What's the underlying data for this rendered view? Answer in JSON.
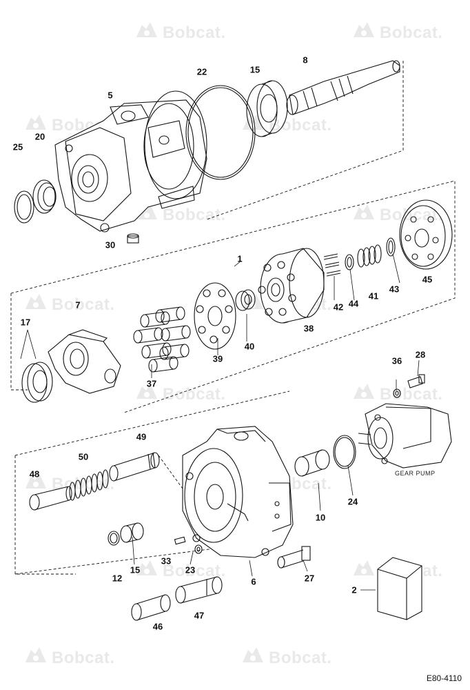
{
  "watermark": {
    "brand": "Bobcat."
  },
  "document_id": "E80-4110",
  "caption": {
    "gear_pump": "GEAR PUMP"
  },
  "callouts": {
    "c1": "1",
    "c2": "2",
    "c5": "5",
    "c6": "6",
    "c7": "7",
    "c8": "8",
    "c10": "10",
    "c12": "12",
    "c15a": "15",
    "c15b": "15",
    "c17": "17",
    "c20": "20",
    "c22": "22",
    "c23": "23",
    "c24": "24",
    "c25": "25",
    "c27": "27",
    "c28": "28",
    "c30": "30",
    "c33": "33",
    "c36": "36",
    "c37": "37",
    "c38": "38",
    "c39": "39",
    "c40": "40",
    "c41": "41",
    "c42": "42",
    "c43": "43",
    "c44": "44",
    "c45": "45",
    "c46": "46",
    "c47": "47",
    "c48": "48",
    "c49": "49",
    "c50": "50"
  }
}
